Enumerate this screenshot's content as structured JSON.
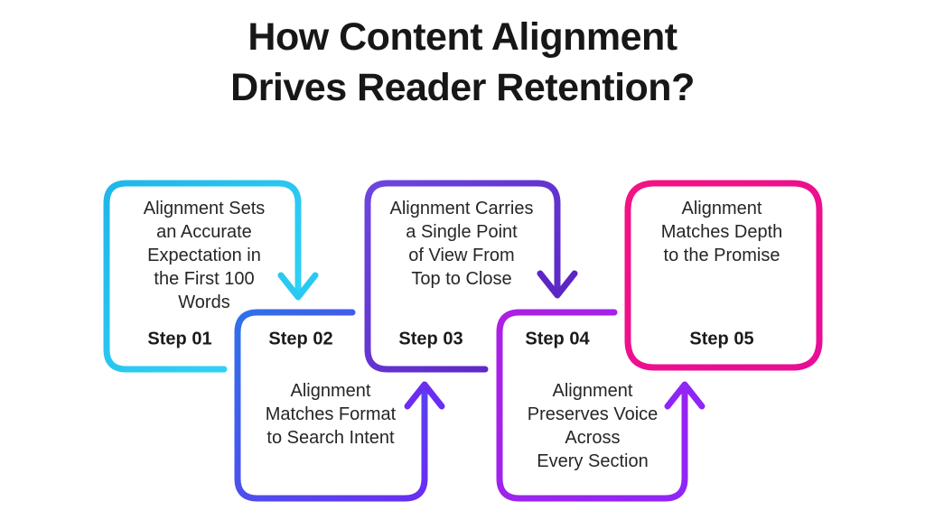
{
  "title": {
    "line1": "How Content Alignment",
    "line2": "Drives Reader Retention?"
  },
  "colors": {
    "background": "#FFFFFF",
    "title_text": "#171717",
    "body_text": "#262626"
  },
  "steps": [
    {
      "label": "Step 01",
      "text": "Alignment Sets an Accurate Expectation in the First 100 Words",
      "lines": [
        "Alignment Sets",
        "an Accurate",
        "Expectation in",
        "the First 100",
        "Words"
      ],
      "color_start": "#1FB6EA",
      "color_end": "#33D9F7",
      "arrow_color": "#2AC9F3",
      "arrow_direction": "down"
    },
    {
      "label": "Step 02",
      "text": "Alignment Matches Format to Search Intent",
      "lines": [
        "Alignment",
        "Matches Format",
        "to Search Intent"
      ],
      "color_start": "#2E72E9",
      "color_end": "#6A2DF2",
      "arrow_color": "#6A2DF2",
      "arrow_direction": "up"
    },
    {
      "label": "Step 03",
      "text": "Alignment Carries a Single Point of View From Top to Close",
      "lines": [
        "Alignment Carries",
        "a Single Point",
        "of View From",
        "Top to Close"
      ],
      "color_start": "#6C46DF",
      "color_end": "#5A22C2",
      "arrow_color": "#5C25C4",
      "arrow_direction": "down"
    },
    {
      "label": "Step 04",
      "text": "Alignment Preserves Voice Across Every Section",
      "lines": [
        "Alignment",
        "Preserves Voice",
        "Across",
        "Every Section"
      ],
      "color_start": "#AE20E4",
      "color_end": "#8E26F6",
      "arrow_color": "#8E26F6",
      "arrow_direction": "up"
    },
    {
      "label": "Step 05",
      "text": "Alignment Matches Depth to the Promise",
      "lines": [
        "Alignment",
        "Matches Depth",
        "to the Promise"
      ],
      "color_start": "#F21383",
      "color_end": "#E70D98",
      "arrow_color": null,
      "arrow_direction": null
    }
  ]
}
